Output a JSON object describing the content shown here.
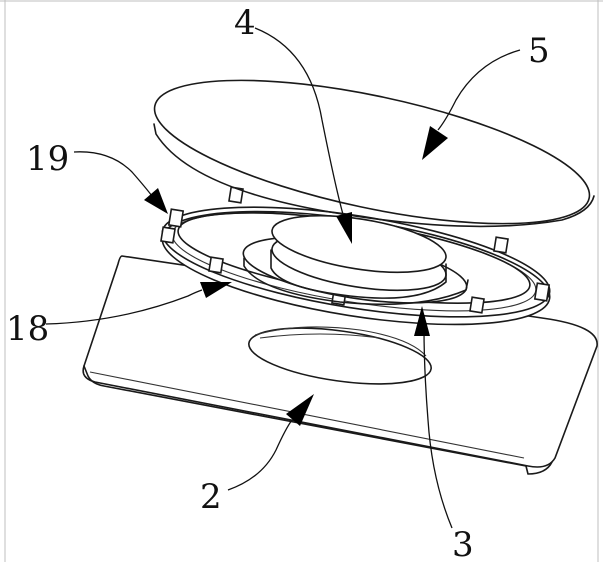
{
  "labels": {
    "part_2": "2",
    "part_3": "3",
    "part_4": "4",
    "part_5": "5",
    "part_18": "18",
    "part_19": "19"
  }
}
